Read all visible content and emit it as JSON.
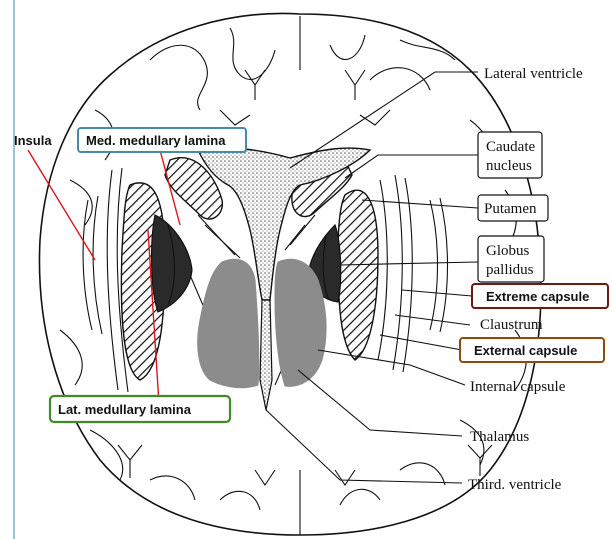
{
  "labels": {
    "lateral_ventricle": "Lateral ventricle",
    "caudate_line1": "Caudate",
    "caudate_line2": "nucleus",
    "putamen": "Putamen",
    "globus_line1": "Globus",
    "globus_line2": "pallidus",
    "extreme_capsule": "Extreme capsule",
    "claustrum": "Claustrum",
    "external_capsule": "External capsule",
    "internal_capsule": "Internal capsule",
    "thalamus": "Thalamus",
    "third_ventricle": "Third. ventricle",
    "insula": "Insula",
    "med_medullary_lamina": "Med. medullary lamina",
    "lat_medullary_lamina": "Lat. medullary lamina"
  },
  "colors": {
    "med_box": "#4a8aa5",
    "lat_box": "#3e8a2c",
    "extreme_box": "#6a1a10",
    "external_box": "#8a4a10",
    "pointer_red": "#e0141c",
    "thalamus_fill": "#8c8c8c",
    "pallidus_fill": "#2a2a2a",
    "page_left_rule": "#9bc4dc"
  }
}
